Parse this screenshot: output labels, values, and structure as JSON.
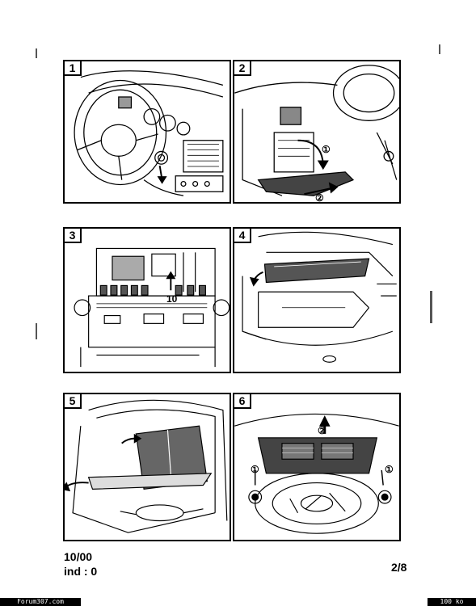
{
  "panels": [
    {
      "number": "1"
    },
    {
      "number": "2",
      "callouts": [
        "①",
        "②"
      ]
    },
    {
      "number": "3",
      "callouts": [
        "10"
      ]
    },
    {
      "number": "4"
    },
    {
      "number": "5"
    },
    {
      "number": "6",
      "callouts": [
        "②",
        "①",
        "①"
      ]
    }
  ],
  "footer": {
    "date": "10/00",
    "index": "ind : 0",
    "page": "2/8"
  },
  "bottom_bar": {
    "site": "Forum307.com",
    "size": "100 ko"
  }
}
